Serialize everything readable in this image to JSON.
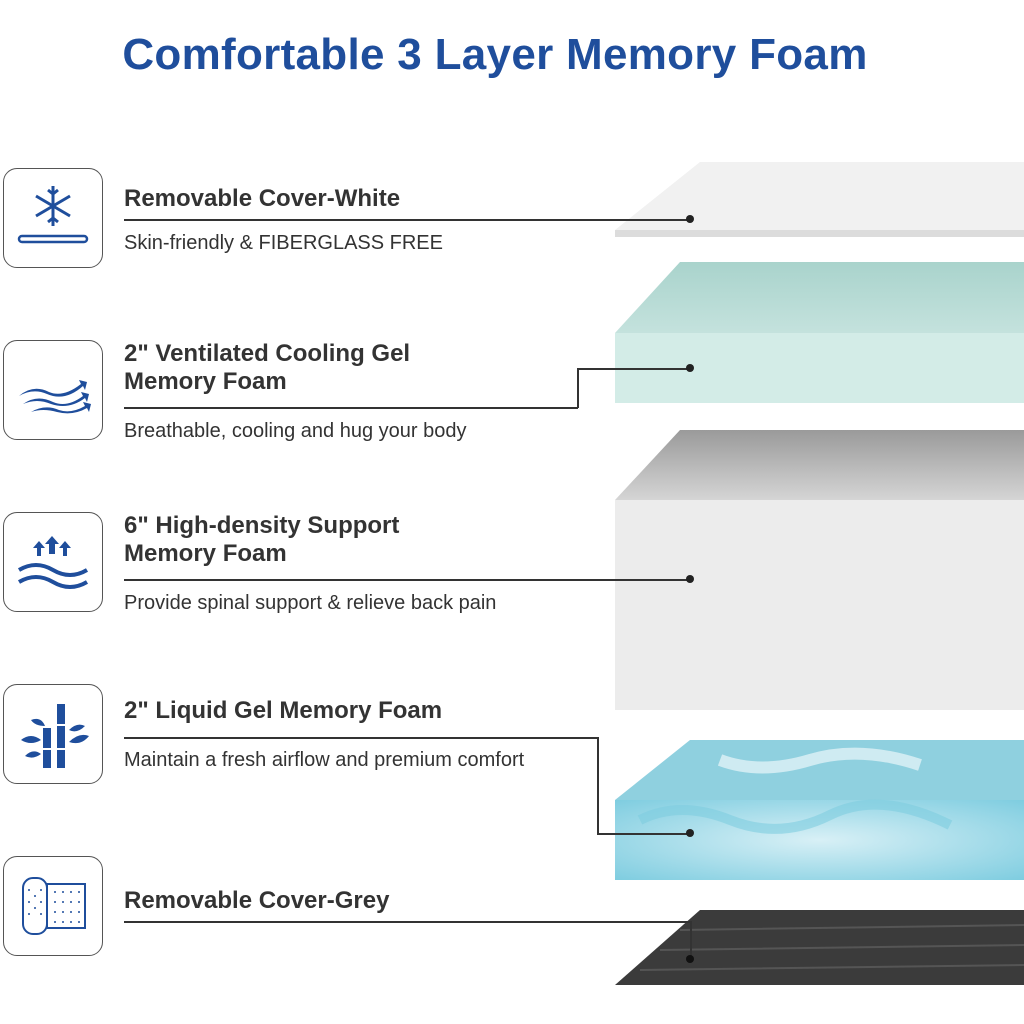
{
  "title": "Comfortable 3 Layer Memory Foam",
  "layers": [
    {
      "icon": "snowflake-icon",
      "heading": [
        "Removable Cover-White"
      ],
      "subtext": "Skin-friendly & FIBERGLASS FREE"
    },
    {
      "icon": "airflow-icon",
      "heading": [
        "2\" Ventilated Cooling Gel",
        "Memory Foam"
      ],
      "subtext": "Breathable, cooling and hug your body"
    },
    {
      "icon": "wave-support-icon",
      "heading": [
        "6\" High-density Support",
        "Memory Foam"
      ],
      "subtext": "Provide spinal support & relieve back pain"
    },
    {
      "icon": "bamboo-icon",
      "heading": [
        "2\" Liquid Gel Memory Foam"
      ],
      "subtext": "Maintain a fresh airflow and premium comfort"
    },
    {
      "icon": "fabric-roll-icon",
      "heading": [
        "Removable Cover-Grey"
      ]
    }
  ],
  "colors": {
    "title": "#1f4e9c",
    "icon": "#1f4e9c"
  }
}
